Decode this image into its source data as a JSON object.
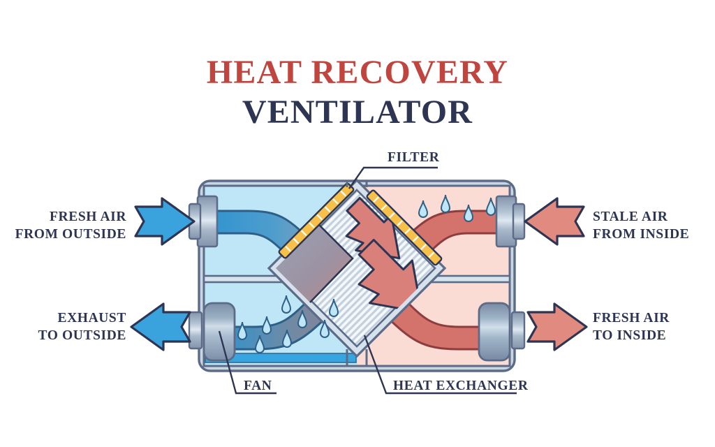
{
  "title": {
    "line1": "HEAT RECOVERY",
    "line2": "VENTILATOR",
    "line1_color": "#c0453f",
    "line2_color": "#2e3553"
  },
  "labels": {
    "fresh_air_outside": {
      "line1": "FRESH AIR",
      "line2": "FROM OUTSIDE"
    },
    "exhaust_outside": {
      "line1": "EXHAUST",
      "line2": "TO OUTSIDE"
    },
    "stale_air_inside": {
      "line1": "STALE AIR",
      "line2": "FROM INSIDE"
    },
    "fresh_air_inside": {
      "line1": "FRESH AIR",
      "line2": "TO INSIDE"
    },
    "filter": "FILTER",
    "fan": "FAN",
    "heat_exchanger": "HEAT EXCHANGER"
  },
  "colors": {
    "text_dark": "#2e3553",
    "title_red": "#c0453f",
    "arrow_blue_fill": "#3aa3dd",
    "arrow_blue_stroke": "#2e3553",
    "arrow_red_fill": "#e08a80",
    "arrow_red_stroke": "#2e3553",
    "chamber_cold": "#bfe6f7",
    "chamber_warm": "#fadcd4",
    "casing_stroke": "#5c6b87",
    "casing_fill": "#a9bacd",
    "duct_blue": "#2f93cf",
    "duct_red": "#d4726c",
    "filter_strip": "#f7c04a",
    "water_fill": "#bfe6f7",
    "water_stroke": "#2e5f86",
    "exchanger_fill": "#f4f7fa",
    "exchanger_hatch": "#b9c6d6"
  },
  "chart_data": {
    "type": "diagram",
    "subject": "Heat Recovery Ventilator (HRV) cutaway schematic",
    "flows": [
      {
        "name": "fresh-air-intake",
        "from": "outside",
        "to": "heat-exchanger",
        "direction": "right",
        "color": "#3aa3dd",
        "side": "left-top"
      },
      {
        "name": "exhaust-outlet",
        "from": "heat-exchanger",
        "to": "outside",
        "direction": "left",
        "color": "#3aa3dd",
        "side": "left-bottom"
      },
      {
        "name": "stale-air-intake",
        "from": "inside",
        "to": "heat-exchanger",
        "direction": "left",
        "color": "#e08a80",
        "side": "right-top"
      },
      {
        "name": "fresh-air-supply",
        "from": "heat-exchanger",
        "to": "inside",
        "direction": "right",
        "color": "#e08a80",
        "side": "right-bottom"
      }
    ],
    "components": [
      "filter",
      "heat-exchanger",
      "fan",
      "fan",
      "inlet-port",
      "outlet-port"
    ],
    "annotations": [
      "condensation droplets on exhaust stream",
      "heat transfer arrows inside exchanger",
      "water collection pool in cold chamber"
    ]
  }
}
